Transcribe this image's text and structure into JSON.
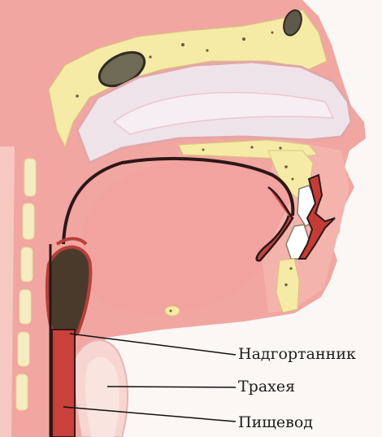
{
  "labels": {
    "epiglottis": "Надгортанник",
    "trachea": "Трахея",
    "esophagus": "Пищевод"
  },
  "colors": {
    "tissue": "#f1a4a1",
    "tissue_light": "#f6c3bd",
    "bone": "#f5eba3",
    "cavity": "#f3e4ea",
    "airway_line": "#2b1717",
    "esophagus": "#c9413a",
    "larynx": "#4a3a2c"
  }
}
